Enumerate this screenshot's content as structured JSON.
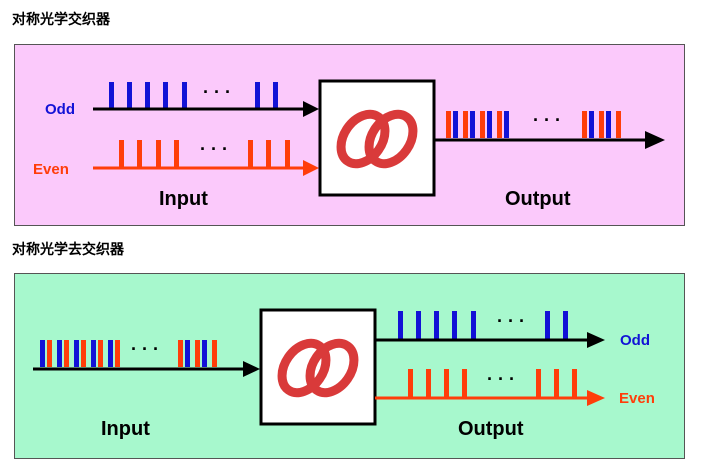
{
  "interleaver": {
    "title": "对称光学交织器",
    "odd_label": "Odd",
    "even_label": "Even",
    "input_label": "Input",
    "output_label": "Output",
    "ellipsis": "· · ·"
  },
  "deinterleaver": {
    "title": "对称光学去交织器",
    "odd_label": "Odd",
    "even_label": "Even",
    "input_label": "Input",
    "output_label": "Output",
    "ellipsis": "· · ·"
  },
  "colors": {
    "panel_top": "#fbc9fb",
    "panel_bottom": "#a7f8cd",
    "odd": "#1212d6",
    "even": "#ff3d0a",
    "logo": "#d93a3a",
    "arrow": "#000000"
  }
}
